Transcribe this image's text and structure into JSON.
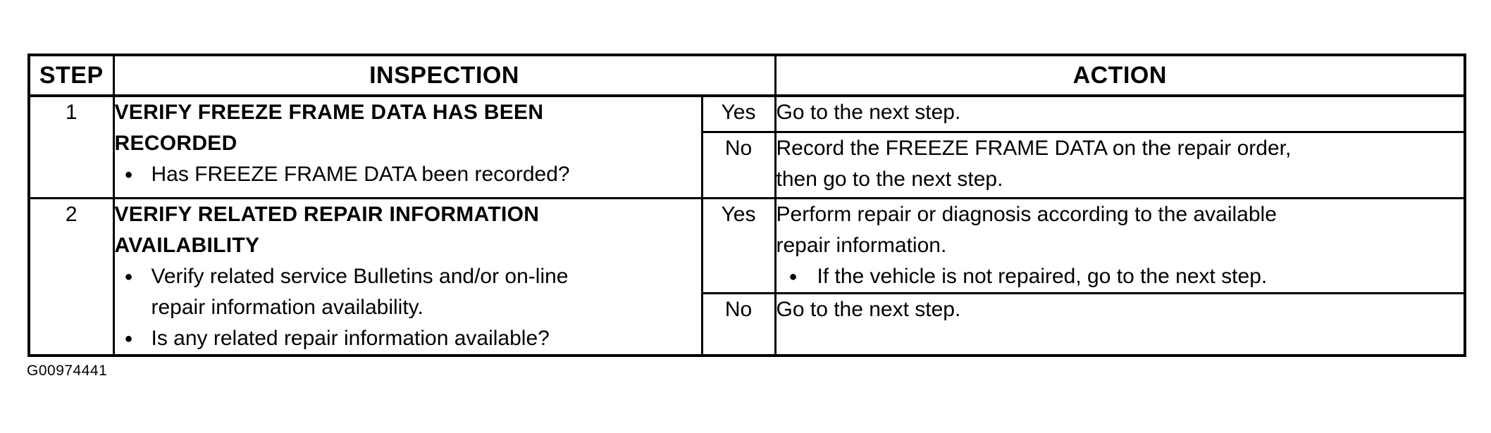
{
  "colors": {
    "ink": "#000000",
    "paper": "#ffffff"
  },
  "glyphs": {
    "bullet": "●"
  },
  "caption": "G00974441",
  "table": {
    "headers": {
      "step": "STEP",
      "inspection": "INSPECTION",
      "action": "ACTION"
    },
    "steps": [
      {
        "number": "1",
        "title": "VERIFY FREEZE FRAME DATA HAS BEEN\nRECORDED",
        "bullets": [
          "Has FREEZE FRAME DATA been recorded?"
        ],
        "branches": [
          {
            "answer": "Yes",
            "action_text": "Go to the next step.",
            "action_bullets": []
          },
          {
            "answer": "No",
            "action_text": "Record the FREEZE FRAME DATA on the repair order,\nthen go to the next step.",
            "action_bullets": []
          }
        ]
      },
      {
        "number": "2",
        "title": "VERIFY RELATED REPAIR INFORMATION\nAVAILABILITY",
        "bullets": [
          "Verify related service Bulletins and/or on-line\nrepair information availability.",
          "Is any related repair information available?"
        ],
        "branches": [
          {
            "answer": "Yes",
            "action_text": "Perform repair or diagnosis according to the available\nrepair information.",
            "action_bullets": [
              "If the vehicle is not repaired, go to the next step."
            ]
          },
          {
            "answer": "No",
            "action_text": "Go to the next step.",
            "action_bullets": []
          }
        ]
      }
    ]
  }
}
